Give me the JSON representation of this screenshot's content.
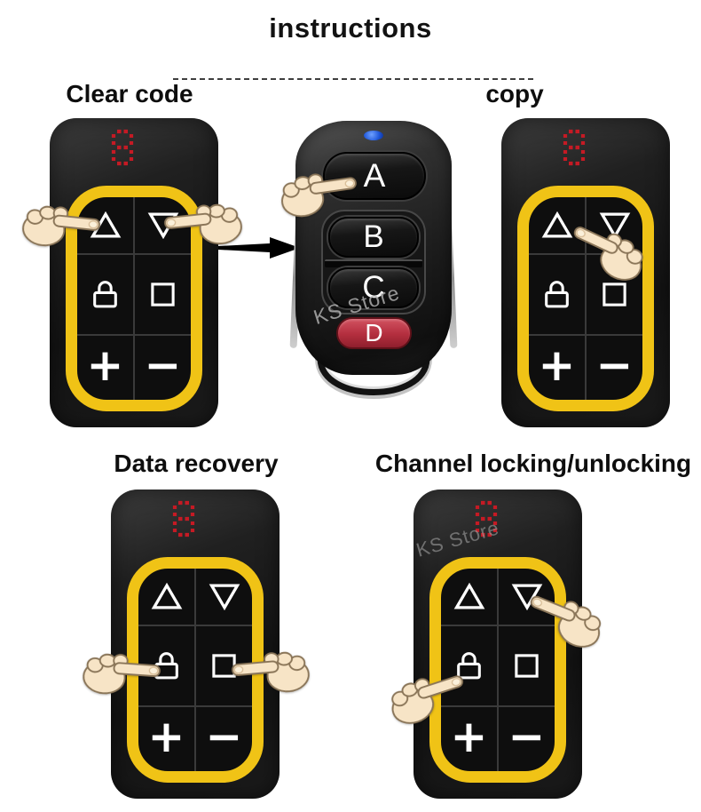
{
  "header": {
    "title": "instructions"
  },
  "sections": {
    "clear_code": {
      "label": "Clear code"
    },
    "copy": {
      "label": "copy"
    },
    "data_recovery": {
      "label": "Data recovery"
    },
    "channel_locking": {
      "label": "Channel locking/unlocking"
    }
  },
  "yellow_remote": {
    "display_value": "8",
    "buttons": {
      "triangle_up": {
        "icon": "triangle-up"
      },
      "triangle_down": {
        "icon": "triangle-down"
      },
      "lock": {
        "icon": "lock"
      },
      "square": {
        "icon": "square"
      },
      "plus": {
        "glyph": "+"
      },
      "minus": {
        "glyph": "−"
      }
    },
    "colors": {
      "body": "#161616",
      "ring": "#f0c316",
      "display": "#c51a24",
      "symbols": "#ffffff"
    }
  },
  "fob": {
    "buttons": [
      {
        "label": "A"
      },
      {
        "label": "B"
      },
      {
        "label": "C"
      },
      {
        "label": "D"
      }
    ],
    "d_button_color": "#b32e3e",
    "led_color": "#2b63e8"
  },
  "watermark": {
    "text": "KS Store"
  },
  "arrow": {
    "direction": "right",
    "color": "#000000"
  },
  "hand_color": "#f7e4c6"
}
